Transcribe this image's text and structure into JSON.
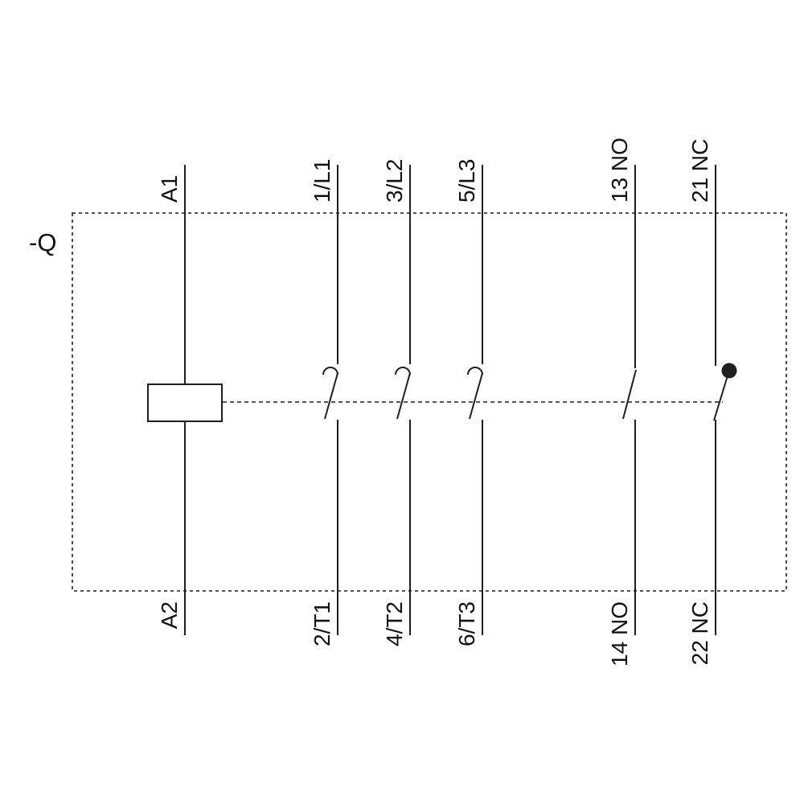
{
  "diagram": {
    "device_label": "-Q",
    "coil": {
      "top": "A1",
      "bottom": "A2"
    },
    "poles": [
      {
        "top": "1/L1",
        "bottom": "2/T1"
      },
      {
        "top": "3/L2",
        "bottom": "4/T2"
      },
      {
        "top": "5/L3",
        "bottom": "6/T3"
      }
    ],
    "aux_no": {
      "top": "13 NO",
      "bottom": "14 NO"
    },
    "aux_nc": {
      "top": "21 NC",
      "bottom": "22 NC"
    },
    "colors": {
      "line": "#1f1f1f",
      "text": "#111111",
      "background": "#ffffff"
    }
  }
}
